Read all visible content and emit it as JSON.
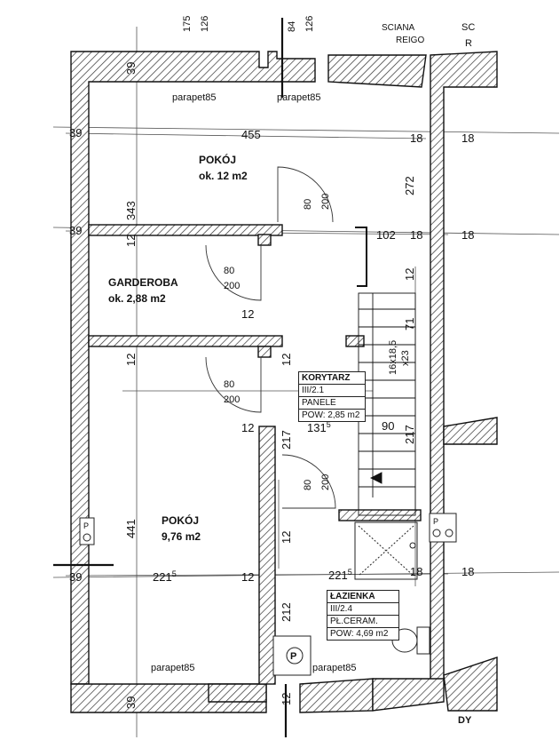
{
  "top_marks": {
    "a": "175",
    "b": "126",
    "c": "84",
    "d": "126",
    "e": "SCIANA",
    "f": "REIGO",
    "g": "SC",
    "h": "R"
  },
  "parapets": {
    "p1": "parapet85",
    "p2": "parapet85",
    "p3": "parapet85",
    "p4": "parapet85"
  },
  "dims": {
    "d39_top": "39",
    "d39_left1": "39",
    "d455": "455",
    "d18_a": "18",
    "d18_b": "18",
    "d272": "272",
    "d343": "343",
    "d39_left2": "39",
    "d12_a": "12",
    "d102": "102",
    "d18_c": "18",
    "d18_d": "18",
    "d12_b": "12",
    "d71": "71",
    "d16x185": "16x18,5",
    "dx23": "x23",
    "d12_c": "12",
    "d12_d": "12",
    "d12_e": "12",
    "d12_f": "12",
    "d90": "90",
    "d217_a": "217",
    "d217_b": "217",
    "d1315": "131",
    "d1315_sup": "5",
    "d441": "441",
    "d12_g": "12",
    "d39_left3": "39",
    "d2215_a": "221",
    "d2215_a_sup": "5",
    "d12_h": "12",
    "d2215_b": "221",
    "d2215_b_sup": "5",
    "d18_e": "18",
    "d18_f": "18",
    "d212": "212",
    "d39_bottom": "39",
    "d12_i": "12"
  },
  "doors": {
    "door1_w": "80",
    "door1_h": "200",
    "door2_w": "80",
    "door2_h": "200",
    "door3_w": "80",
    "door3_h": "200",
    "door4_w": "80",
    "door4_h": "200"
  },
  "rooms": {
    "pokoj1_name": "POKÓJ",
    "pokoj1_area": "ok. 12 m2",
    "garderoba_name": "GARDEROBA",
    "garderoba_area": "ok. 2,88 m2",
    "pokoj2_name": "POKÓJ",
    "pokoj2_area": "9,76 m2"
  },
  "korytarz": {
    "name": "KORYTARZ",
    "code": "III/2.1",
    "finish": "PANELE",
    "area": "POW: 2,85 m2"
  },
  "lazienka": {
    "name": "ŁAZIENKA",
    "code": "III/2.4",
    "finish": "PŁ.CERAM.",
    "area": "POW: 4,69 m2"
  },
  "symbols": {
    "p_symbol": "P",
    "p_socket1": "P",
    "p_socket2": "P"
  },
  "corner_text": {
    "dy": "DY"
  }
}
